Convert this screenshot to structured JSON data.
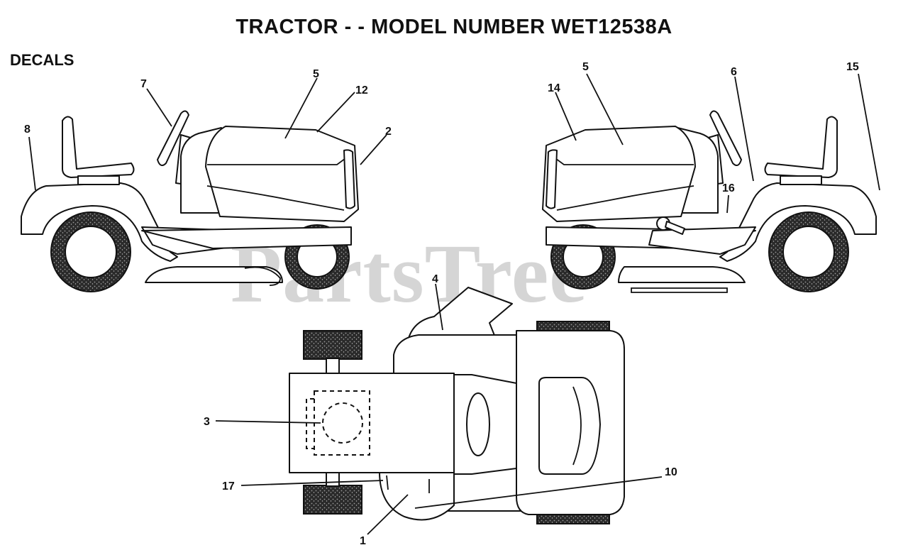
{
  "header": {
    "title": "TRACTOR - - MODEL NUMBER WET12538A",
    "section": "DECALS"
  },
  "watermark": "PartsTree",
  "callouts": {
    "c1": "1",
    "c2": "2",
    "c3": "3",
    "c4": "4",
    "c5a": "5",
    "c5b": "5",
    "c6": "6",
    "c7": "7",
    "c8": "8",
    "c10": "10",
    "c12": "12",
    "c14": "14",
    "c15": "15",
    "c16": "16",
    "c17": "17"
  }
}
